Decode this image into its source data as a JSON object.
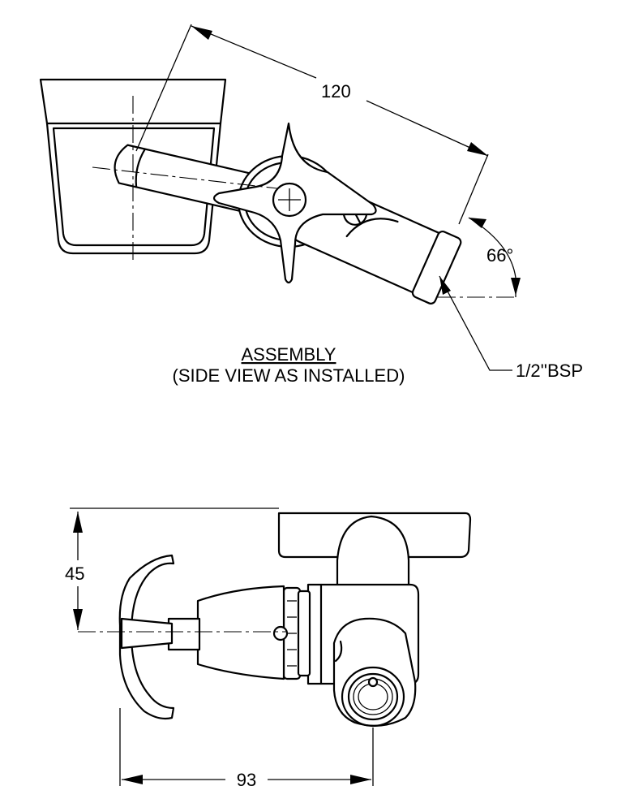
{
  "assembly_view": {
    "title": "ASSEMBLY",
    "subtitle": "(SIDE VIEW AS INSTALLED)",
    "dim_length": "120",
    "dim_angle": "66°",
    "thread_callout": "1/2''BSP"
  },
  "front_view": {
    "dim_height": "45",
    "dim_width": "93"
  }
}
